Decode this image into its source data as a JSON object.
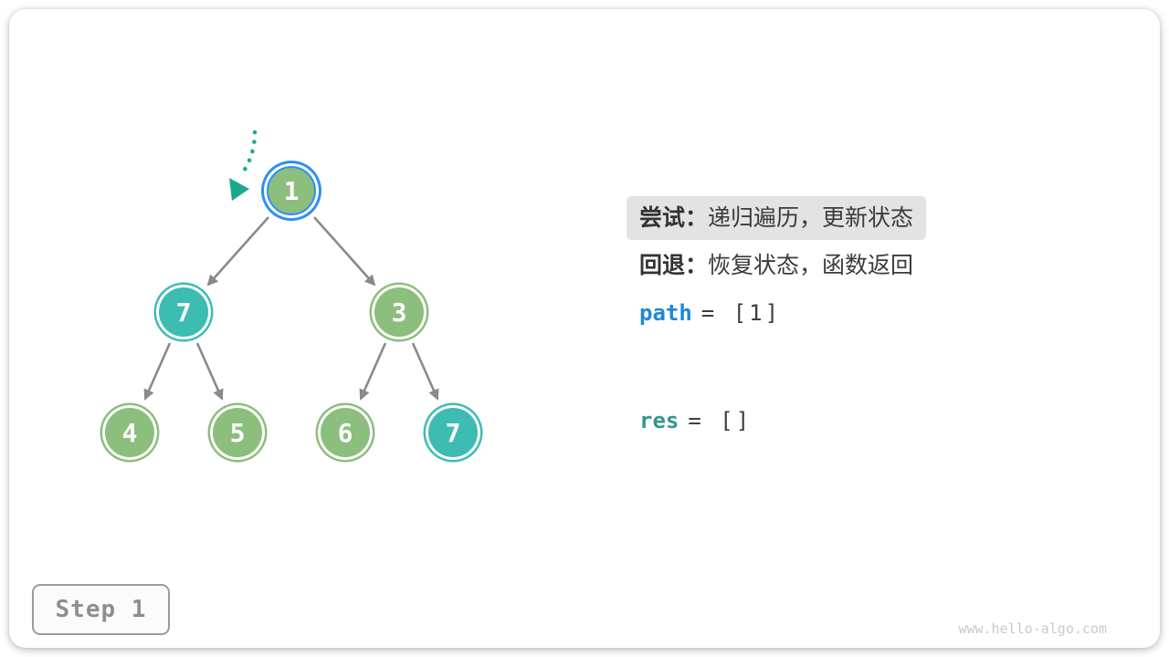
{
  "panel": {
    "try_label": "尝试：",
    "try_text": "递归遍历，更新状态",
    "back_label": "回退：",
    "back_text": "恢复状态，函数返回",
    "path_var": "path",
    "path_value": "= [1]",
    "res_var": "res",
    "res_value": "= []"
  },
  "tree": {
    "nodes": [
      {
        "value": "1",
        "state": "current"
      },
      {
        "value": "7",
        "state": "teal"
      },
      {
        "value": "3",
        "state": "green"
      },
      {
        "value": "4",
        "state": "green"
      },
      {
        "value": "5",
        "state": "green"
      },
      {
        "value": "6",
        "state": "green"
      },
      {
        "value": "7",
        "state": "teal"
      }
    ]
  },
  "step": {
    "label": "Step 1"
  },
  "footer": {
    "watermark": "www.hello-algo.com"
  },
  "colors": {
    "green": "#8cbe7d",
    "teal": "#3cbcb2",
    "blue": "#2e8ff2",
    "edge": "#8a8a8a",
    "pointer": "#1ba98c",
    "codeblue": "#1e88d6",
    "codeteal": "#31988e"
  }
}
